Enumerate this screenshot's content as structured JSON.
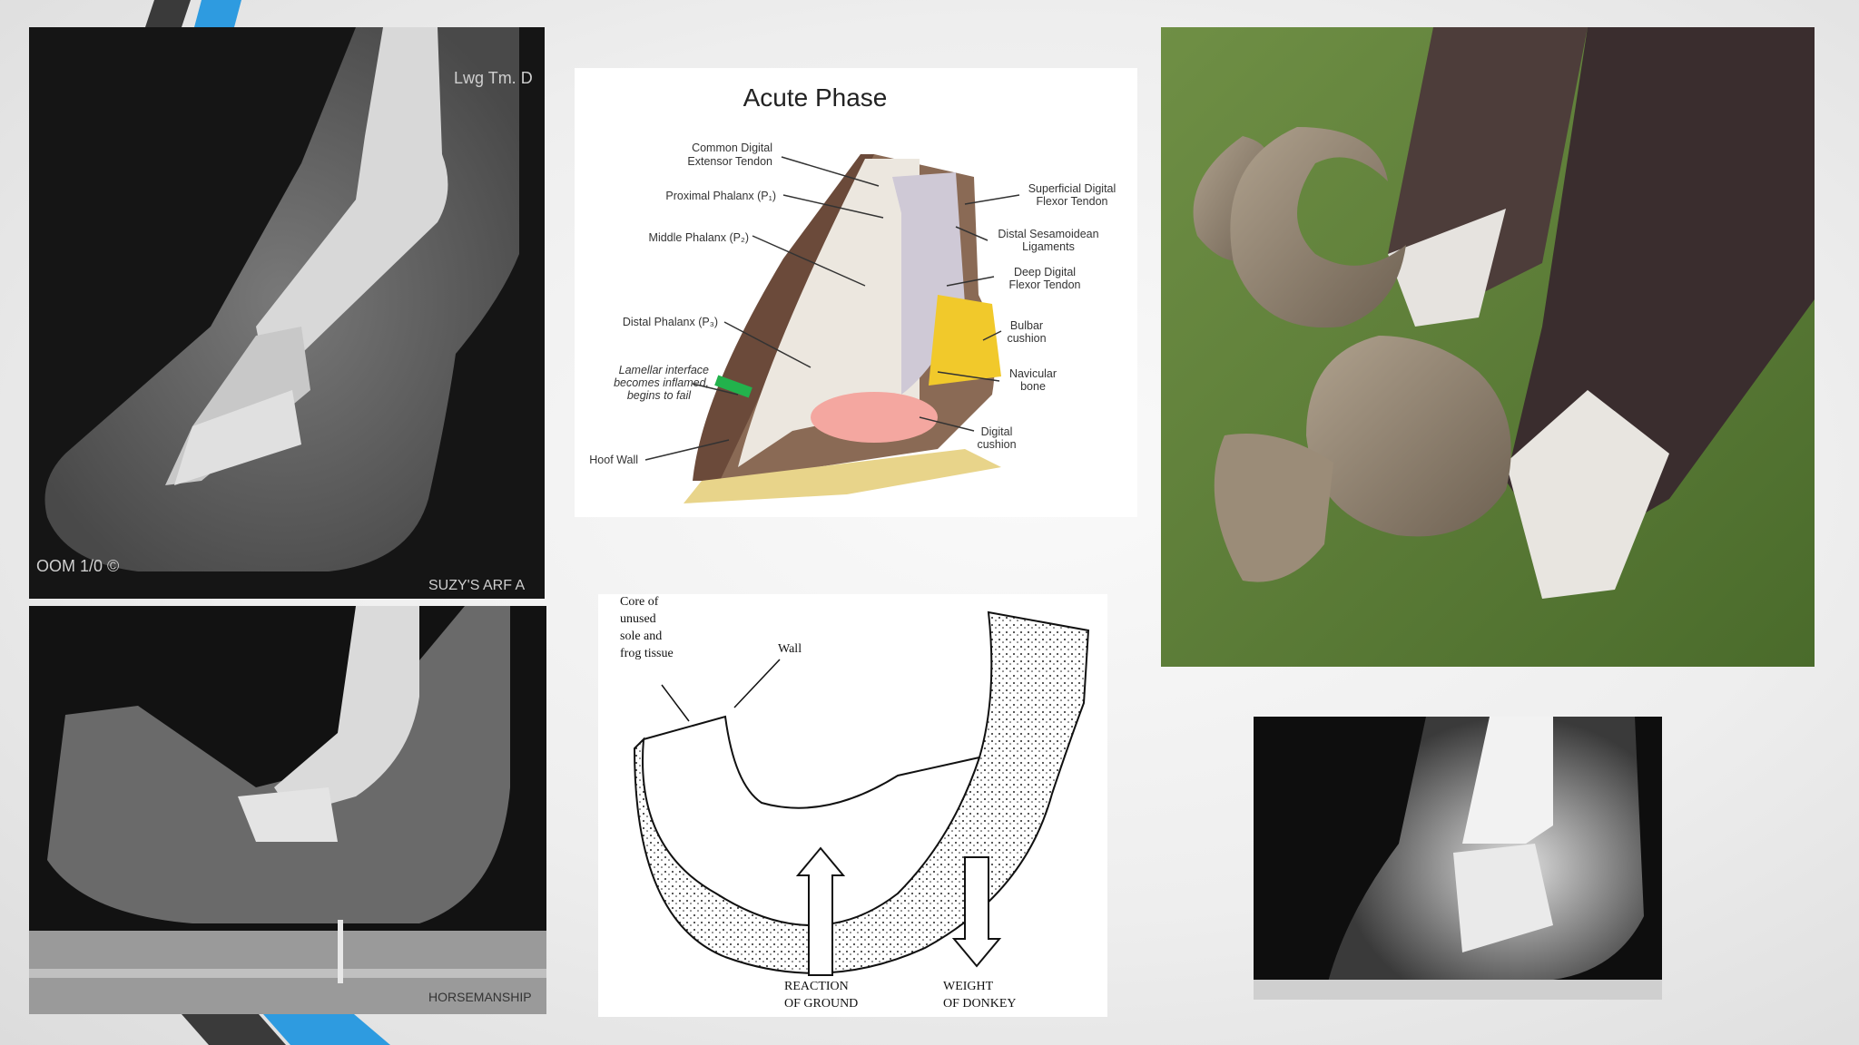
{
  "slide": {
    "acute": {
      "title": "Acute Phase",
      "labels_left": [
        {
          "key": "cde1",
          "text": "Common Digital"
        },
        {
          "key": "cde2",
          "text": "Extensor Tendon"
        },
        {
          "key": "p1",
          "text": "Proximal Phalanx  (P₁)"
        },
        {
          "key": "p2",
          "text": "Middle Phalanx (P₂)"
        },
        {
          "key": "p3",
          "text": "Distal Phalanx (P₃)"
        },
        {
          "key": "lam1",
          "text": "Lamellar interface"
        },
        {
          "key": "lam2",
          "text": "becomes inflamed,"
        },
        {
          "key": "lam3",
          "text": "begins to fail"
        },
        {
          "key": "hw",
          "text": "Hoof Wall"
        }
      ],
      "labels_right": [
        {
          "key": "sdf1",
          "text": "Superficial Digital"
        },
        {
          "key": "sdf2",
          "text": "Flexor Tendon"
        },
        {
          "key": "dsl1",
          "text": "Distal Sesamoidean"
        },
        {
          "key": "dsl2",
          "text": "Ligaments"
        },
        {
          "key": "ddf1",
          "text": "Deep Digital"
        },
        {
          "key": "ddf2",
          "text": "Flexor Tendon"
        },
        {
          "key": "bc1",
          "text": "Bulbar"
        },
        {
          "key": "bc2",
          "text": "cushion"
        },
        {
          "key": "nb1",
          "text": "Navicular"
        },
        {
          "key": "nb2",
          "text": "bone"
        },
        {
          "key": "dc1",
          "text": "Digital"
        },
        {
          "key": "dc2",
          "text": "cushion"
        }
      ]
    },
    "sketch": {
      "core_label": [
        "Core of",
        "unused",
        "sole and",
        "frog tissue"
      ],
      "wall_label": "Wall",
      "reaction_label": [
        "REACTION",
        "OF GROUND"
      ],
      "weight_label": [
        "WEIGHT",
        "OF DONKEY"
      ]
    },
    "xray_top_marks": {
      "corner_top": "Lwg Tm. D",
      "bottom_left": "OOM 1/0 ©",
      "bottom_right": "SUZY'S ARF A"
    },
    "xray_bottom_marks": {
      "bottom_right": "HORSEMANSHIP"
    },
    "colors": {
      "accent_blue": "#2e9be0",
      "accent_dark": "#3a3a3a",
      "grass": "#5b7a35"
    }
  }
}
